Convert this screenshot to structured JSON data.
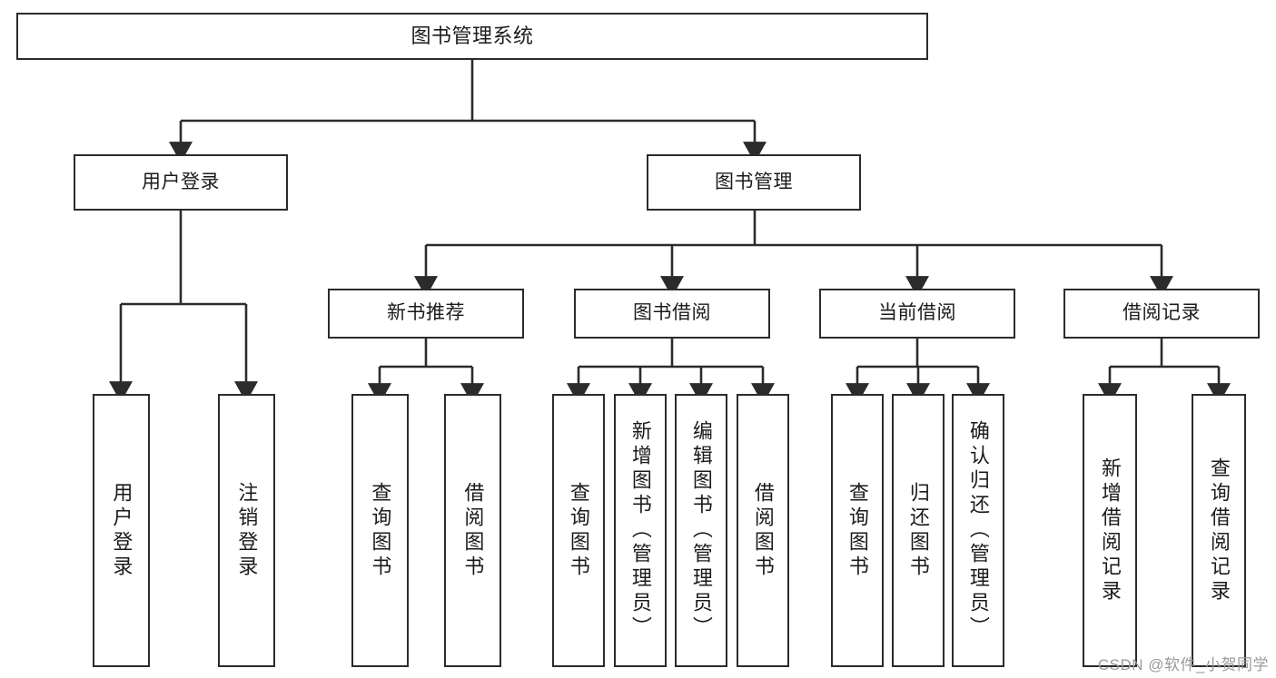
{
  "diagram": {
    "title": "图书管理系统",
    "type": "tree-hierarchy",
    "orientation": "top-down",
    "colors": {
      "node_border": "#2b2b2b",
      "node_background": "#ffffff",
      "edge": "#2b2b2b",
      "text": "#1b1b1b",
      "canvas": "#ffffff",
      "watermark": "#9a9a9a"
    },
    "root": {
      "label": "图书管理系统"
    },
    "level2": [
      {
        "label": "用户登录"
      },
      {
        "label": "图书管理"
      }
    ],
    "level3": [
      {
        "label": "新书推荐"
      },
      {
        "label": "图书借阅"
      },
      {
        "label": "当前借阅"
      },
      {
        "label": "借阅记录"
      }
    ],
    "leaves": {
      "user_login": [
        {
          "label": "用户登录"
        },
        {
          "label": "注销登录"
        }
      ],
      "new_book_recommend": [
        {
          "label": "查询图书"
        },
        {
          "label": "借阅图书"
        }
      ],
      "book_borrow": [
        {
          "label": "查询图书"
        },
        {
          "label": "新增图书（管理员）"
        },
        {
          "label": "编辑图书（管理员）"
        },
        {
          "label": "借阅图书"
        }
      ],
      "current_borrow": [
        {
          "label": "查询图书"
        },
        {
          "label": "归还图书"
        },
        {
          "label": "确认归还（管理员）"
        }
      ],
      "borrow_record": [
        {
          "label": "新增借阅记录"
        },
        {
          "label": "查询借阅记录"
        }
      ]
    }
  },
  "watermark": {
    "text": "CSDN @软件_小贺同学"
  }
}
